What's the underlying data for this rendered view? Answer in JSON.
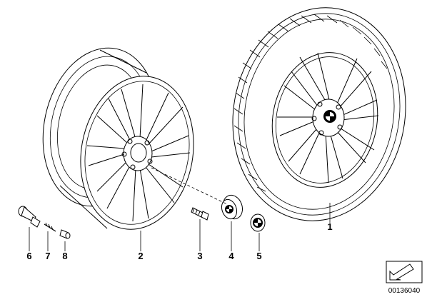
{
  "parts": [
    {
      "number": "1",
      "name": "complete-tire-wheel"
    },
    {
      "number": "2",
      "name": "light-alloy-rim"
    },
    {
      "number": "3",
      "name": "wheel-bolt"
    },
    {
      "number": "4",
      "name": "hub-cap"
    },
    {
      "number": "5",
      "name": "emblem"
    },
    {
      "number": "6",
      "name": "valve"
    },
    {
      "number": "7",
      "name": "valve-insert"
    },
    {
      "number": "8",
      "name": "valve-cap"
    }
  ],
  "document_number": "00136040",
  "icons": {
    "orientation": "arrow-icon",
    "logo": "bmw-roundel-icon"
  },
  "colors": {
    "line": "#000000",
    "background": "#ffffff"
  }
}
